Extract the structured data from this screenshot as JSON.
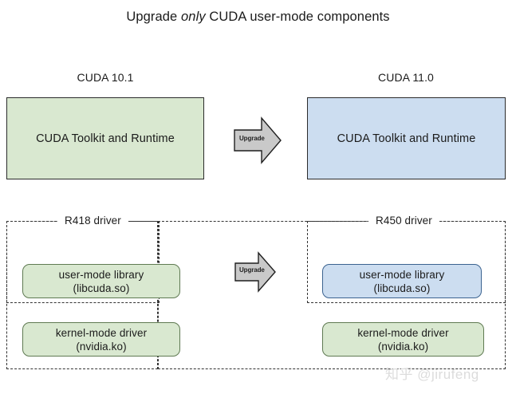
{
  "title": {
    "before": "Upgrade ",
    "emphasis": "only",
    "after": " CUDA user-mode components"
  },
  "columns": {
    "left_caption": "CUDA 10.1",
    "right_caption": "CUDA 11.0"
  },
  "toolkit": {
    "left_label": "CUDA Toolkit and Runtime",
    "right_label": "CUDA Toolkit and Runtime"
  },
  "arrows": {
    "top_label": "Upgrade",
    "bottom_label": "Upgrade"
  },
  "drivers": {
    "left_region_label": "R418 driver",
    "right_region_label": "R450 driver"
  },
  "components": {
    "left_user_mode_line1": "user-mode library",
    "left_user_mode_line2": "(libcuda.so)",
    "left_kernel_mode_line1": "kernel-mode driver",
    "left_kernel_mode_line2": "(nvidia.ko)",
    "right_user_mode_line1": "user-mode library",
    "right_user_mode_line2": "(libcuda.so)",
    "right_kernel_mode_line1": "kernel-mode driver",
    "right_kernel_mode_line2": "(nvidia.ko)"
  },
  "watermark": {
    "text": "知乎 @jirufeng"
  },
  "colors": {
    "green_fill": "#d9e8d0",
    "green_border": "#5f7a52",
    "blue_fill": "#ccddf0",
    "blue_border": "#3b6390",
    "arrow_fill": "#c9c9c9",
    "arrow_border": "#1f1f1f",
    "dashed_border": "#333333",
    "text": "#1b1b1b",
    "watermark": "#dcdcdc"
  }
}
